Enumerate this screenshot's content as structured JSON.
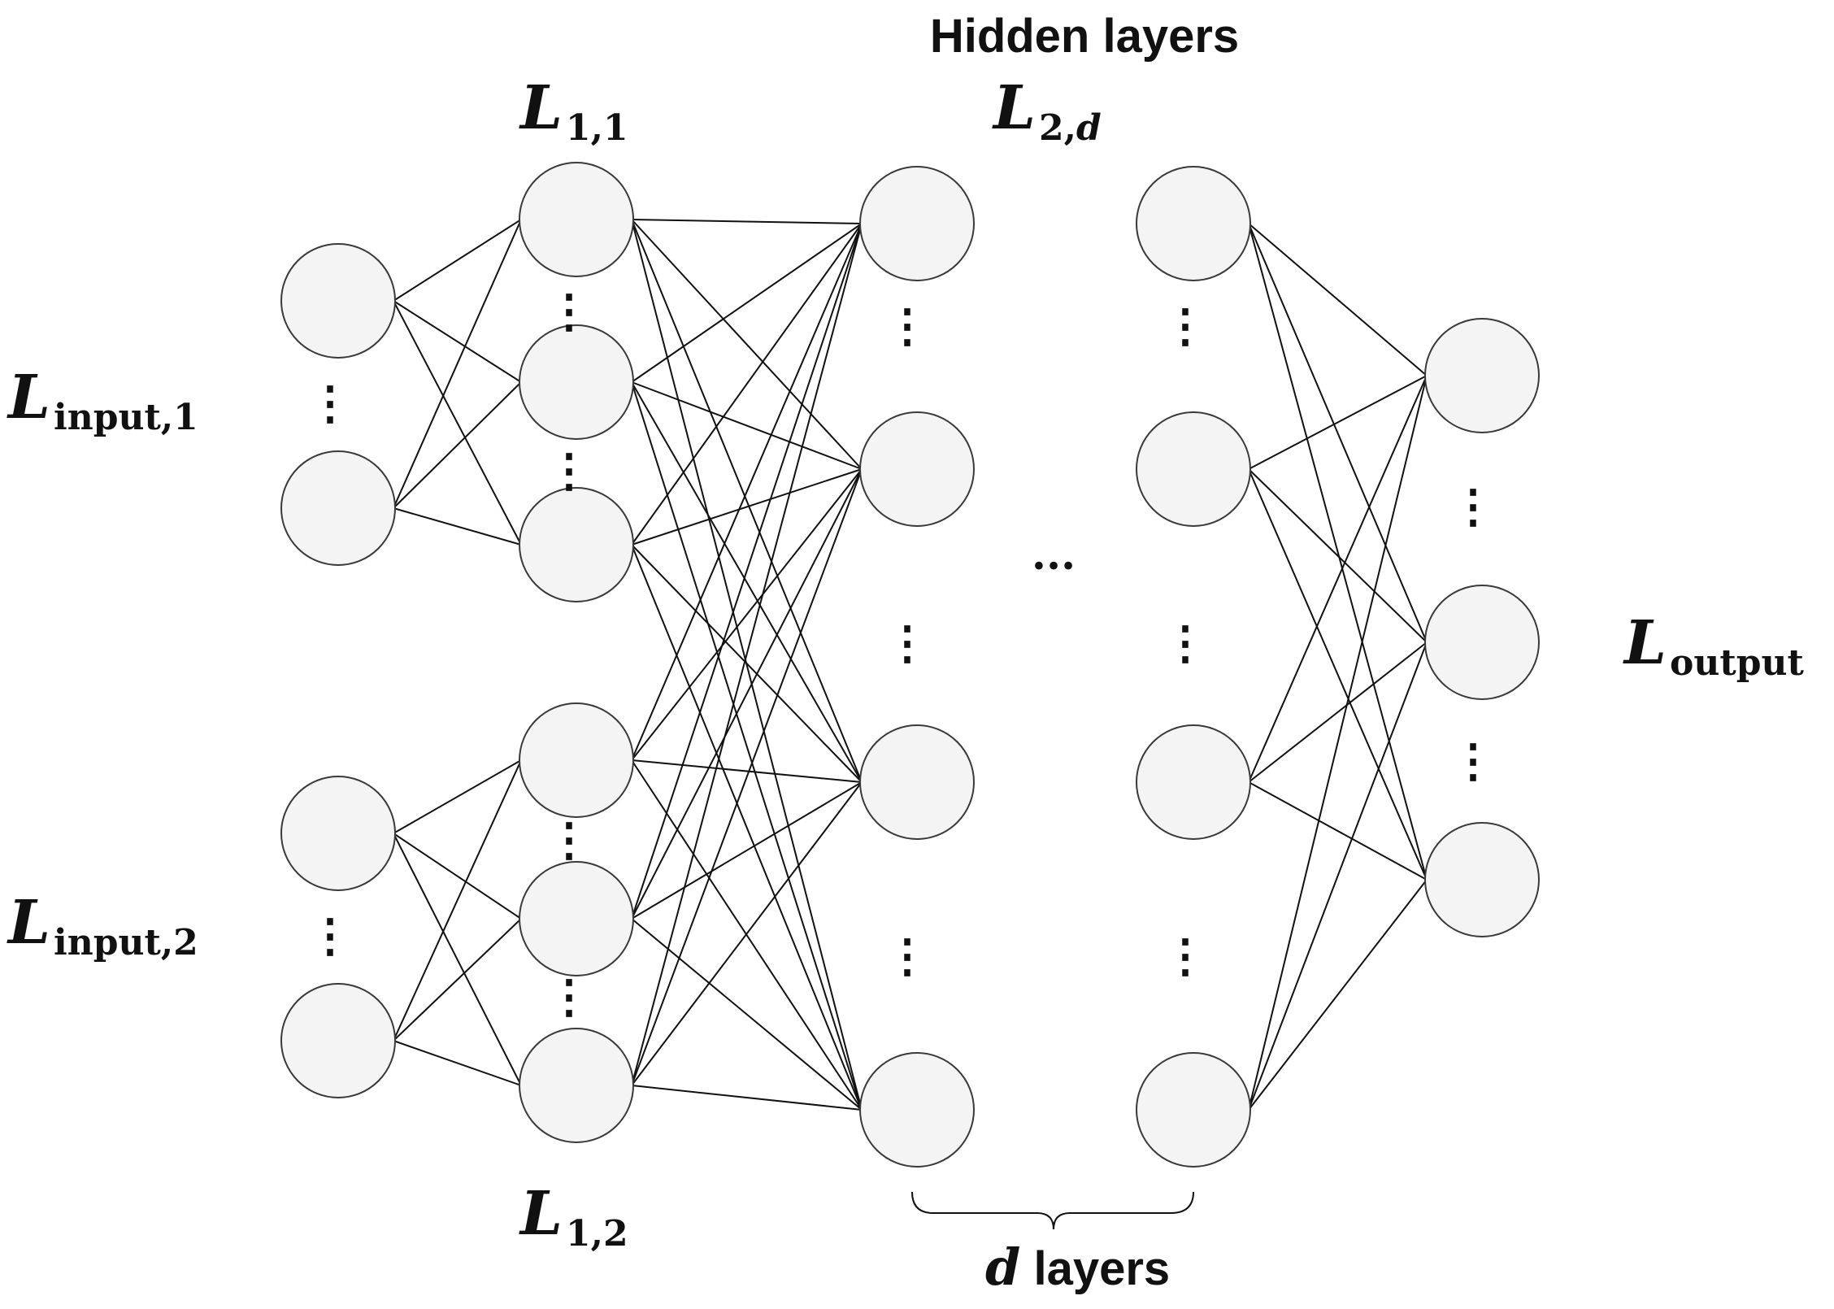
{
  "labels": {
    "hidden_layers": "Hidden layers",
    "l11_main": "L",
    "l11_sub": "1,1",
    "l12_main": "L",
    "l12_sub": "1,2",
    "l2d_main": "L",
    "l2d_sub_a": "2,",
    "l2d_sub_b": "d",
    "input1_main": "L",
    "input1_sub": "input,1",
    "input2_main": "L",
    "input2_sub": "input,2",
    "output_main": "L",
    "output_sub": "output",
    "d_layers_var": "d",
    "d_layers_word": " layers",
    "ellipsis_vertical": "⋮",
    "ellipsis_horizontal": "..."
  },
  "diagram": {
    "layers": [
      {
        "name": "input-1",
        "nodes": 2
      },
      {
        "name": "input-2",
        "nodes": 2
      },
      {
        "name": "hidden-1-1",
        "nodes": 3
      },
      {
        "name": "hidden-1-2",
        "nodes": 3
      },
      {
        "name": "hidden-2-1",
        "nodes": 4
      },
      {
        "name": "hidden-2-d",
        "nodes": 4
      },
      {
        "name": "output",
        "nodes": 3
      }
    ],
    "colors": {
      "node_fill": "#f4f4f4",
      "node_stroke": "#3a3a3a",
      "edge": "#111111"
    }
  }
}
